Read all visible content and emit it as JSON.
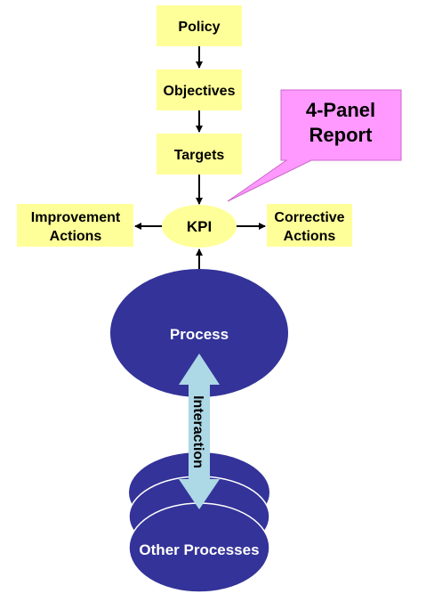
{
  "colors": {
    "box_fill": "#ffff99",
    "process_fill": "#333399",
    "callout_fill": "#ff99ff",
    "callout_border": "#cc66cc",
    "interaction_fill": "#add8e6",
    "arrow": "#000000"
  },
  "nodes": {
    "policy": "Policy",
    "objectives": "Objectives",
    "targets": "Targets",
    "kpi": "KPI",
    "improvement": [
      "Improvement",
      "Actions"
    ],
    "corrective": [
      "Corrective",
      "Actions"
    ],
    "process": "Process",
    "other_processes": "Other Processes"
  },
  "callout": [
    "4-Panel",
    "Report"
  ],
  "interaction_label": "Interaction"
}
